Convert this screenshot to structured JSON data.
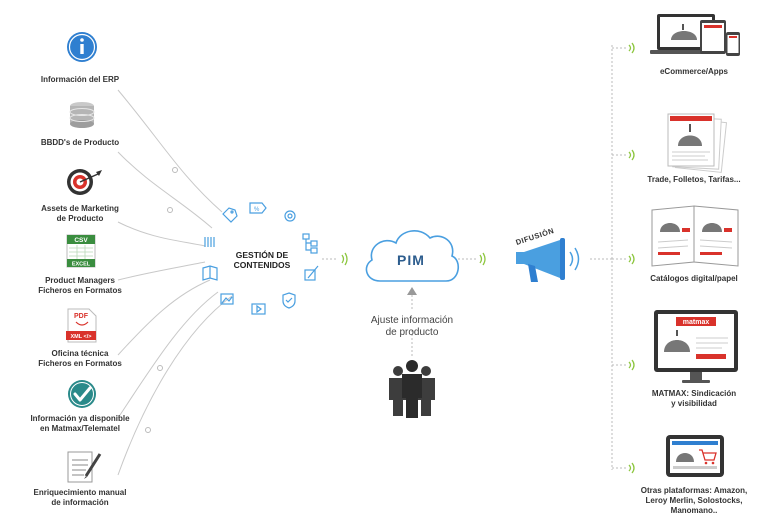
{
  "sources": [
    {
      "lines": [
        "Información del ERP"
      ],
      "icon": "info-icon"
    },
    {
      "lines": [
        "BBDD's de Producto"
      ],
      "icon": "database-icon"
    },
    {
      "lines": [
        "Assets de Marketing",
        "de Producto"
      ],
      "icon": "target-icon"
    },
    {
      "lines": [
        "Product Managers",
        "Ficheros en Formatos"
      ],
      "icon": "csv-excel-icon"
    },
    {
      "lines": [
        "Oficina técnica",
        "Ficheros en Formatos"
      ],
      "icon": "pdf-xml-icon"
    },
    {
      "lines": [
        "Información ya disponible",
        "en Matmax/Telematel"
      ],
      "icon": "checkmark-icon"
    },
    {
      "lines": [
        "Enriquecimiento manual",
        "de información"
      ],
      "icon": "notepad-icon"
    }
  ],
  "icon_labels": {
    "csv": "CSV",
    "excel": "EXCEL",
    "pdf": "PDF",
    "xml": "XML </>"
  },
  "center": {
    "gestion_lines": [
      "GESTIÓN DE",
      "CONTENIDOS"
    ],
    "pim": "PIM",
    "difusion": "DIFUSIÓN",
    "ajuste_lines": [
      "Ajuste información",
      "de producto"
    ]
  },
  "outputs": [
    {
      "lines": [
        "eCommerce/Apps"
      ],
      "icon": "devices-icon"
    },
    {
      "lines": [
        "Trade, Folletos, Tarifas..."
      ],
      "icon": "brochure-icon"
    },
    {
      "lines": [
        "Catálogos digital/papel"
      ],
      "icon": "catalog-icon"
    },
    {
      "lines": [
        "MATMAX: Sindicación",
        "y visibilidad"
      ],
      "icon": "monitor-icon",
      "brand": "matmax"
    },
    {
      "lines": [
        "Otras plataformas: Amazon,",
        "Leroy Merlin, Solostocks,",
        "Manomano.."
      ],
      "icon": "tablet-cart-icon"
    }
  ],
  "colors": {
    "blue": "#2f7fd0",
    "light_blue": "#4a9fe0",
    "green": "#8dc63f",
    "red": "#d9322b",
    "teal": "#2a8a8a",
    "dark": "#333333",
    "line": "#c8c8c8"
  }
}
